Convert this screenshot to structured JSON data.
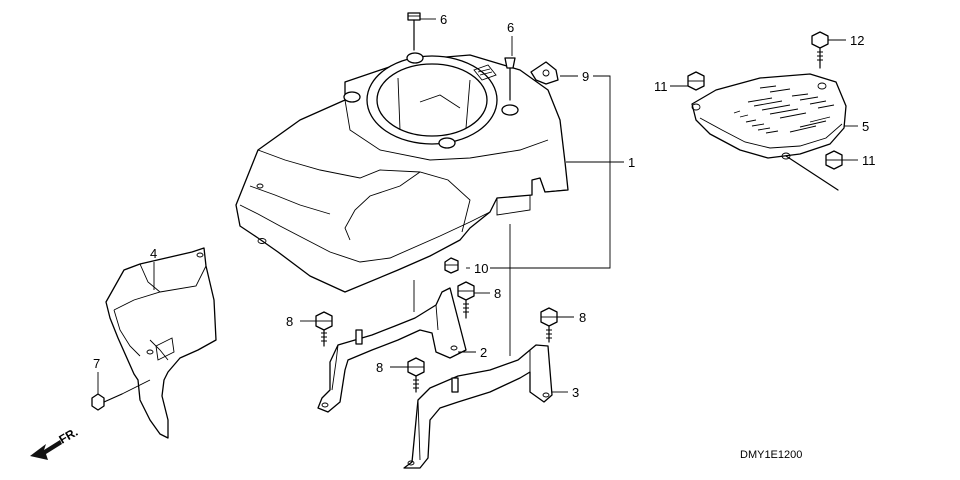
{
  "callouts": {
    "c1": "1",
    "c2": "2",
    "c3": "3",
    "c4": "4",
    "c5": "5",
    "c6a": "6",
    "c6b": "6",
    "c7": "7",
    "c8a": "8",
    "c8b": "8",
    "c8c": "8",
    "c8d": "8",
    "c9": "9",
    "c10": "10",
    "c11a": "11",
    "c11b": "11",
    "c12": "12"
  },
  "front_marker": "FR.",
  "diagram_code": "DMY1E1200"
}
